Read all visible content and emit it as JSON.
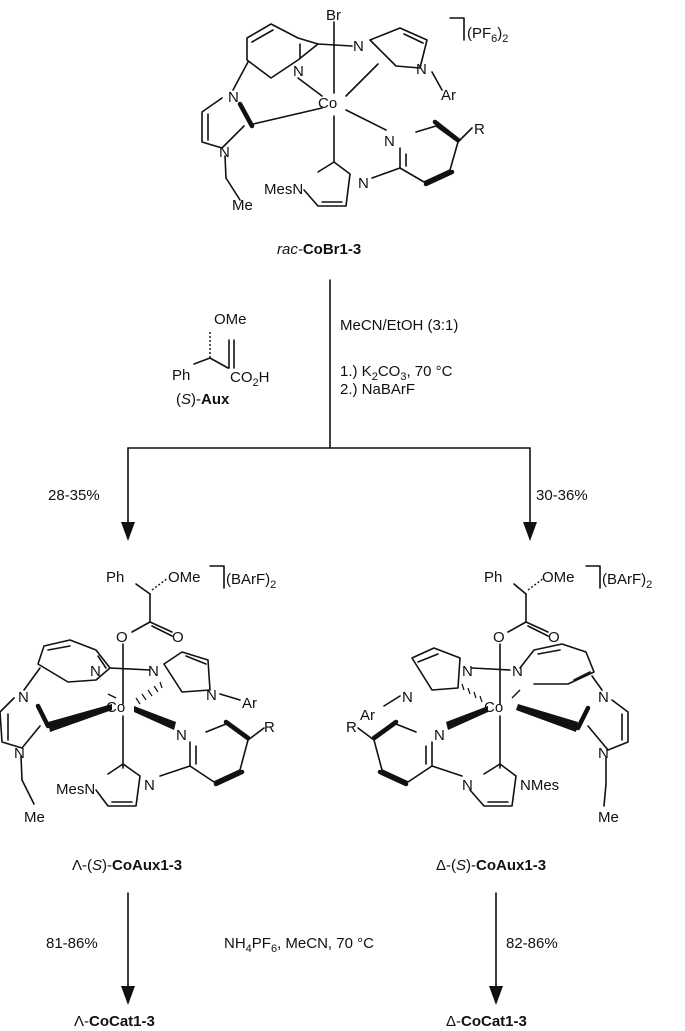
{
  "top_complex": {
    "label_prefix": "rac-",
    "label_main": "CoBr1-3",
    "atoms": {
      "br": "Br",
      "co": "Co",
      "n": "N",
      "ar": "Ar",
      "r": "R",
      "me": "Me",
      "mesn": "MesN",
      "counter_open": "(PF",
      "counter_sub": "6",
      "counter_close": ")",
      "counter_charge": "2"
    }
  },
  "auxiliary": {
    "ome": "OMe",
    "ph": "Ph",
    "co2h_a": "CO",
    "co2h_sub": "2",
    "co2h_b": "H",
    "label_open": "(",
    "label_s": "S",
    "label_close": ")-",
    "label_main": "Aux"
  },
  "conditions_top": {
    "solvent": "MeCN/EtOH (3:1)",
    "step1_a": "1.) K",
    "step1_sub": "2",
    "step1_b": "CO",
    "step1_sub2": "3",
    "step1_c": ", 70 °C",
    "step2": "2.) NaBArF"
  },
  "yields": {
    "left_top": "28-35%",
    "right_top": "30-36%",
    "left_bottom": "81-86%",
    "right_bottom": "82-86%"
  },
  "conditions_bottom": {
    "a": "NH",
    "sub1": "4",
    "b": "PF",
    "sub2": "6",
    "c": ", MeCN, 70 °C"
  },
  "left_aux_complex": {
    "label_a": "Λ-(",
    "label_s": "S",
    "label_b": ")-",
    "label_main": "CoAux1-3",
    "atoms": {
      "ph": "Ph",
      "ome": "OMe",
      "o": "O",
      "co": "Co",
      "n": "N",
      "ar": "Ar",
      "r": "R",
      "me": "Me",
      "mesn": "MesN",
      "counter_open": "(BArF)",
      "counter_charge": "2"
    }
  },
  "right_aux_complex": {
    "label_a": "Δ-(",
    "label_s": "S",
    "label_b": ")-",
    "label_main": "CoAux1-3",
    "atoms": {
      "ph": "Ph",
      "ome": "OMe",
      "o": "O",
      "co": "Co",
      "n": "N",
      "ar": "Ar",
      "r": "R",
      "me": "Me",
      "nmes": "NMes",
      "counter_open": "(BArF)",
      "counter_charge": "2"
    }
  },
  "products": {
    "left_a": "Λ-",
    "left_main": "CoCat1-3",
    "right_a": "Δ-",
    "right_main": "CoCat1-3"
  }
}
